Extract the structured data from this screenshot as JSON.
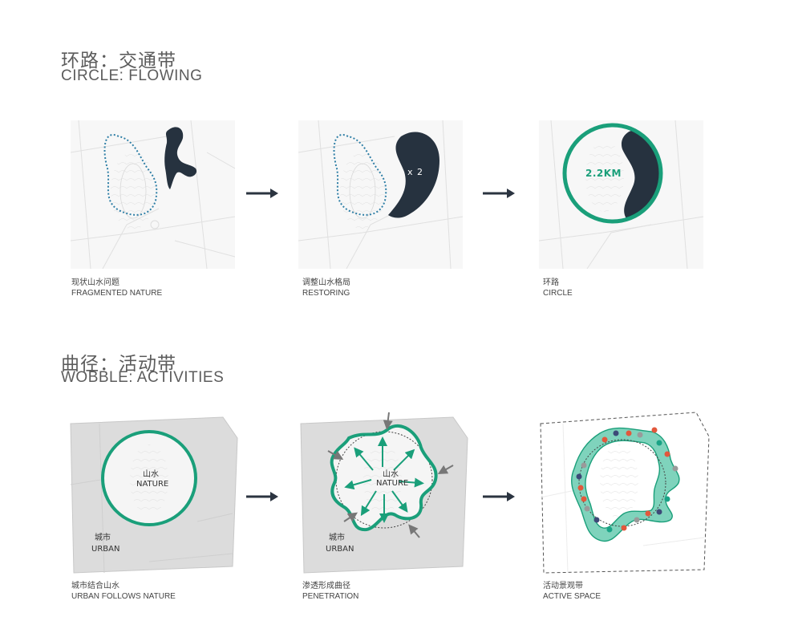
{
  "section1": {
    "title_zh": "环路：交通带",
    "title_en": "CIRCLE: FLOWING",
    "panels": [
      {
        "caption_zh": "现状山水问题",
        "caption_en": "FRAGMENTED NATURE"
      },
      {
        "caption_zh": "调整山水格局",
        "caption_en": "RESTORING",
        "label": "x 2"
      },
      {
        "caption_zh": "环路",
        "caption_en": "CIRCLE",
        "label": "2.2KM"
      }
    ]
  },
  "section2": {
    "title_zh": "曲径：活动带",
    "title_en": "WOBBLE: ACTIVITIES",
    "panels": [
      {
        "caption_zh": "城市结合山水",
        "caption_en": "URBAN FOLLOWS NATURE",
        "nature_zh": "山水",
        "nature_en": "NATURE",
        "urban_zh": "城市",
        "urban_en": "URBAN"
      },
      {
        "caption_zh": "渗透形成曲径",
        "caption_en": "PENETRATION",
        "nature_zh": "山水",
        "nature_en": "NATURE",
        "urban_zh": "城市",
        "urban_en": "URBAN"
      },
      {
        "caption_zh": "活动景观带",
        "caption_en": "ACTIVE SPACE"
      }
    ]
  },
  "colors": {
    "green": "#1a9f7a",
    "navy": "#26323f",
    "dotted_blue": "#2f7fa6",
    "urban_gray": "#dcdcdc",
    "arrow": "#2b3440",
    "dot_red": "#e2583c",
    "dot_navy": "#3d4a78",
    "dot_teal": "#1aa386",
    "dot_gray": "#9a9a9a"
  }
}
